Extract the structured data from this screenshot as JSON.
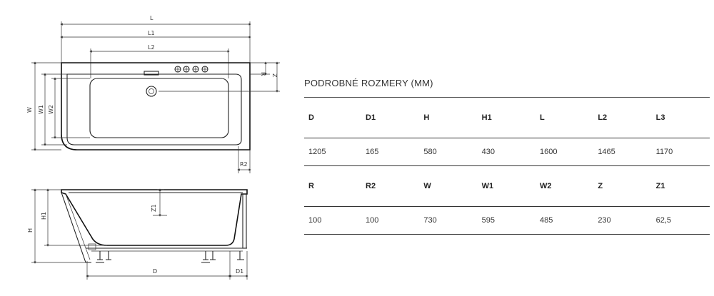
{
  "drawing": {
    "top_view": {
      "L": "L",
      "L1": "L1",
      "L2": "L2",
      "R": "R",
      "Z": "Z",
      "W": "W",
      "W1": "W1",
      "W2": "W2",
      "R2": "R2"
    },
    "side_view": {
      "H": "H",
      "H1": "H1",
      "Z1": "Z1",
      "D": "D",
      "D1": "D1"
    }
  },
  "spec": {
    "title": "PODROBNÉ ROZMERY (MM)",
    "rows": [
      {
        "labels": [
          "D",
          "D1",
          "H",
          "H1",
          "L",
          "L2",
          "L3"
        ],
        "values": [
          "1205",
          "165",
          "580",
          "430",
          "1600",
          "1465",
          "1170"
        ]
      },
      {
        "labels": [
          "R",
          "R2",
          "W",
          "W1",
          "W2",
          "Z",
          "Z1"
        ],
        "values": [
          "100",
          "100",
          "730",
          "595",
          "485",
          "230",
          "62,5"
        ]
      }
    ]
  }
}
